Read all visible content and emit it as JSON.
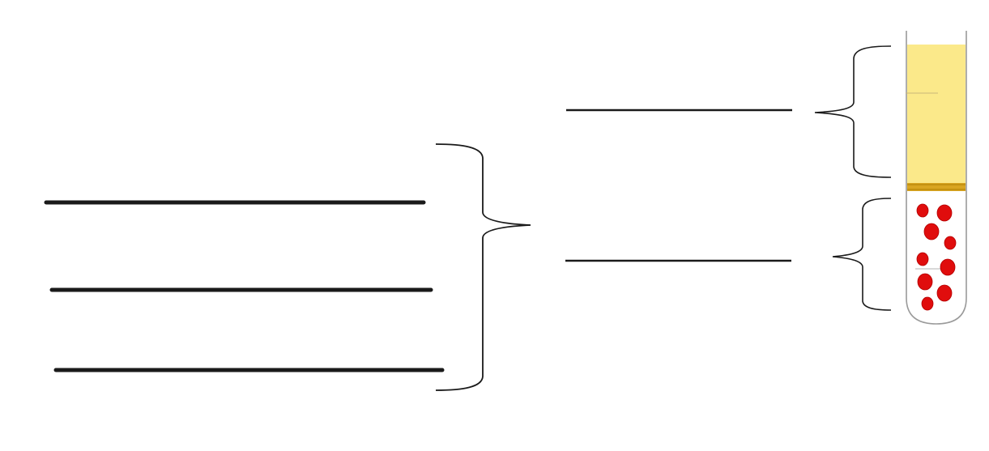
{
  "colors": {
    "ink": "#1a1a1a",
    "plasma": "#fbe98a",
    "buffy_coat": "#d9a521",
    "buffy_coat_line": "#b8860b",
    "red_cells": "#e00d0d",
    "red_cells_edge": "#b30000",
    "tube_wall": "#9a9a9a",
    "tube_fill": "#ffffff"
  },
  "diagram": {
    "left_blanks": 3,
    "right_blanks": 2,
    "tube_layers": [
      "plasma",
      "buffy-coat",
      "red-blood-cells"
    ]
  }
}
